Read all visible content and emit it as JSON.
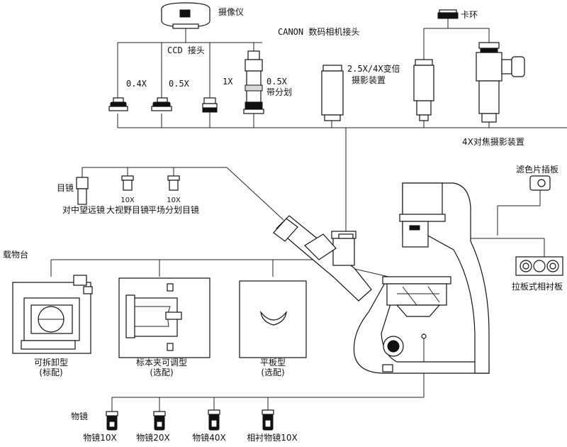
{
  "labels": {
    "camera": "摄像仪",
    "ccd": "CCD 接头",
    "canon": "CANON 数码相机接头",
    "clamp_ring": "卡环",
    "x04": "0.4X",
    "x05": "0.5X",
    "x1": "1X",
    "x05_split_a": "0.5X",
    "x05_split_b": "带分划",
    "photo_a": "2.5X/4X变倍",
    "photo_b": "摄影装置",
    "focus4x": "4X对焦摄影装置",
    "eyepiece": "目镜",
    "telescope": "对中望远镜",
    "ep1_mag": "10X",
    "ep1": "大视野目镜",
    "ep2_mag": "10X",
    "ep2": "平场分划目镜",
    "filter": "滤色片插板",
    "slider": "拉板式相衬板",
    "stage": "载物台",
    "st1_a": "可拆卸型",
    "st1_b": "(标配)",
    "st2_a": "标本夹可调型",
    "st2_b": "(选配)",
    "st3_a": "平板型",
    "st3_b": "(选配)",
    "objective": "物镜",
    "ob1": "物镜10X",
    "ob2": "物镜20X",
    "ob3": "物镜40X",
    "ob4": "相衬物镜10X"
  }
}
